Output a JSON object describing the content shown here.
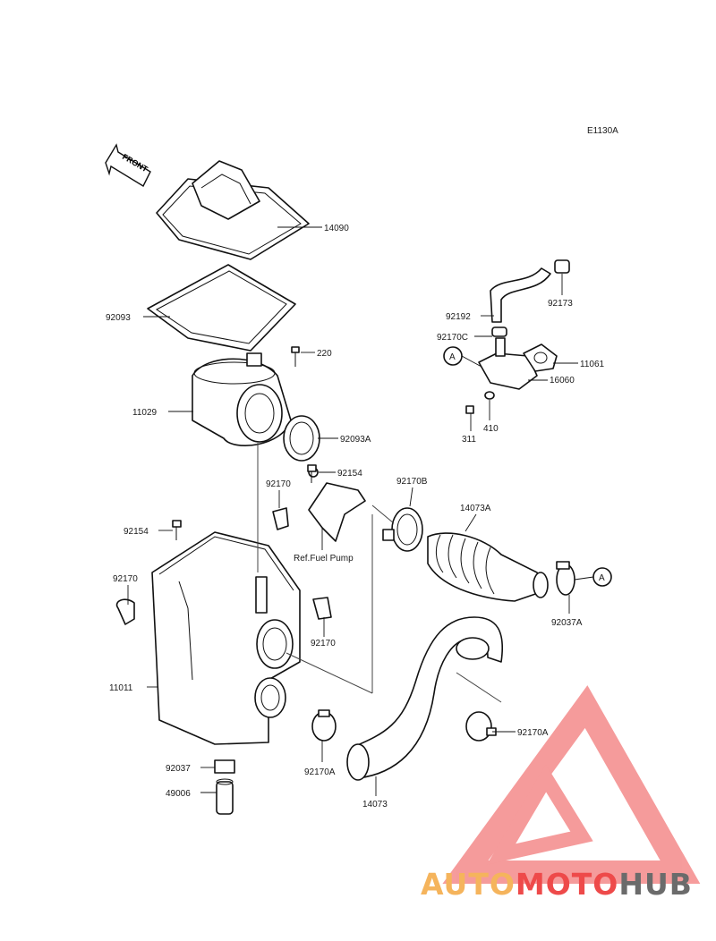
{
  "diagram": {
    "code": "E1130A",
    "front_label": "FRONT",
    "ref_label": "Ref.Fuel Pump",
    "callout_letter": "A"
  },
  "parts": {
    "p14090": "14090",
    "p92093": "92093",
    "p220": "220",
    "p11029": "11029",
    "p92093A": "92093A",
    "p92154a": "92154",
    "p92170a": "92170",
    "p92154b": "92154",
    "p92170b": "92170",
    "p92170c": "92170",
    "p11011": "11011",
    "p92037": "92037",
    "p49006": "49006",
    "p92170A_a": "92170A",
    "p14073": "14073",
    "p92170A_b": "92170A",
    "p92170B": "92170B",
    "p14073A": "14073A",
    "p92037A": "92037A",
    "p92173": "92173",
    "p92192": "92192",
    "p92170C": "92170C",
    "p11061": "11061",
    "p16060": "16060",
    "p311": "311",
    "p410": "410"
  },
  "watermark": {
    "part1": "AUTO",
    "part2": "MOTO",
    "part3": "HUB",
    "color_light": "#f5b45c",
    "color_red": "#ee4a4a",
    "color_gray": "#6b6b6b"
  }
}
